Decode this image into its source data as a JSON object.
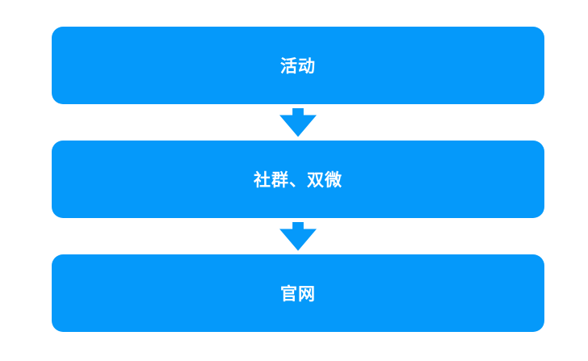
{
  "diagram": {
    "type": "vertical-flowchart",
    "accent_color": "#0599FA",
    "text_color": "#FFFFFF",
    "background_color": "#FFFFFF",
    "nodes": [
      {
        "label": "活动"
      },
      {
        "label": "社群、双微"
      },
      {
        "label": "官网"
      }
    ],
    "connectors": [
      {
        "from": 0,
        "to": 1,
        "shape": "down-arrow"
      },
      {
        "from": 1,
        "to": 2,
        "shape": "down-arrow"
      }
    ]
  }
}
